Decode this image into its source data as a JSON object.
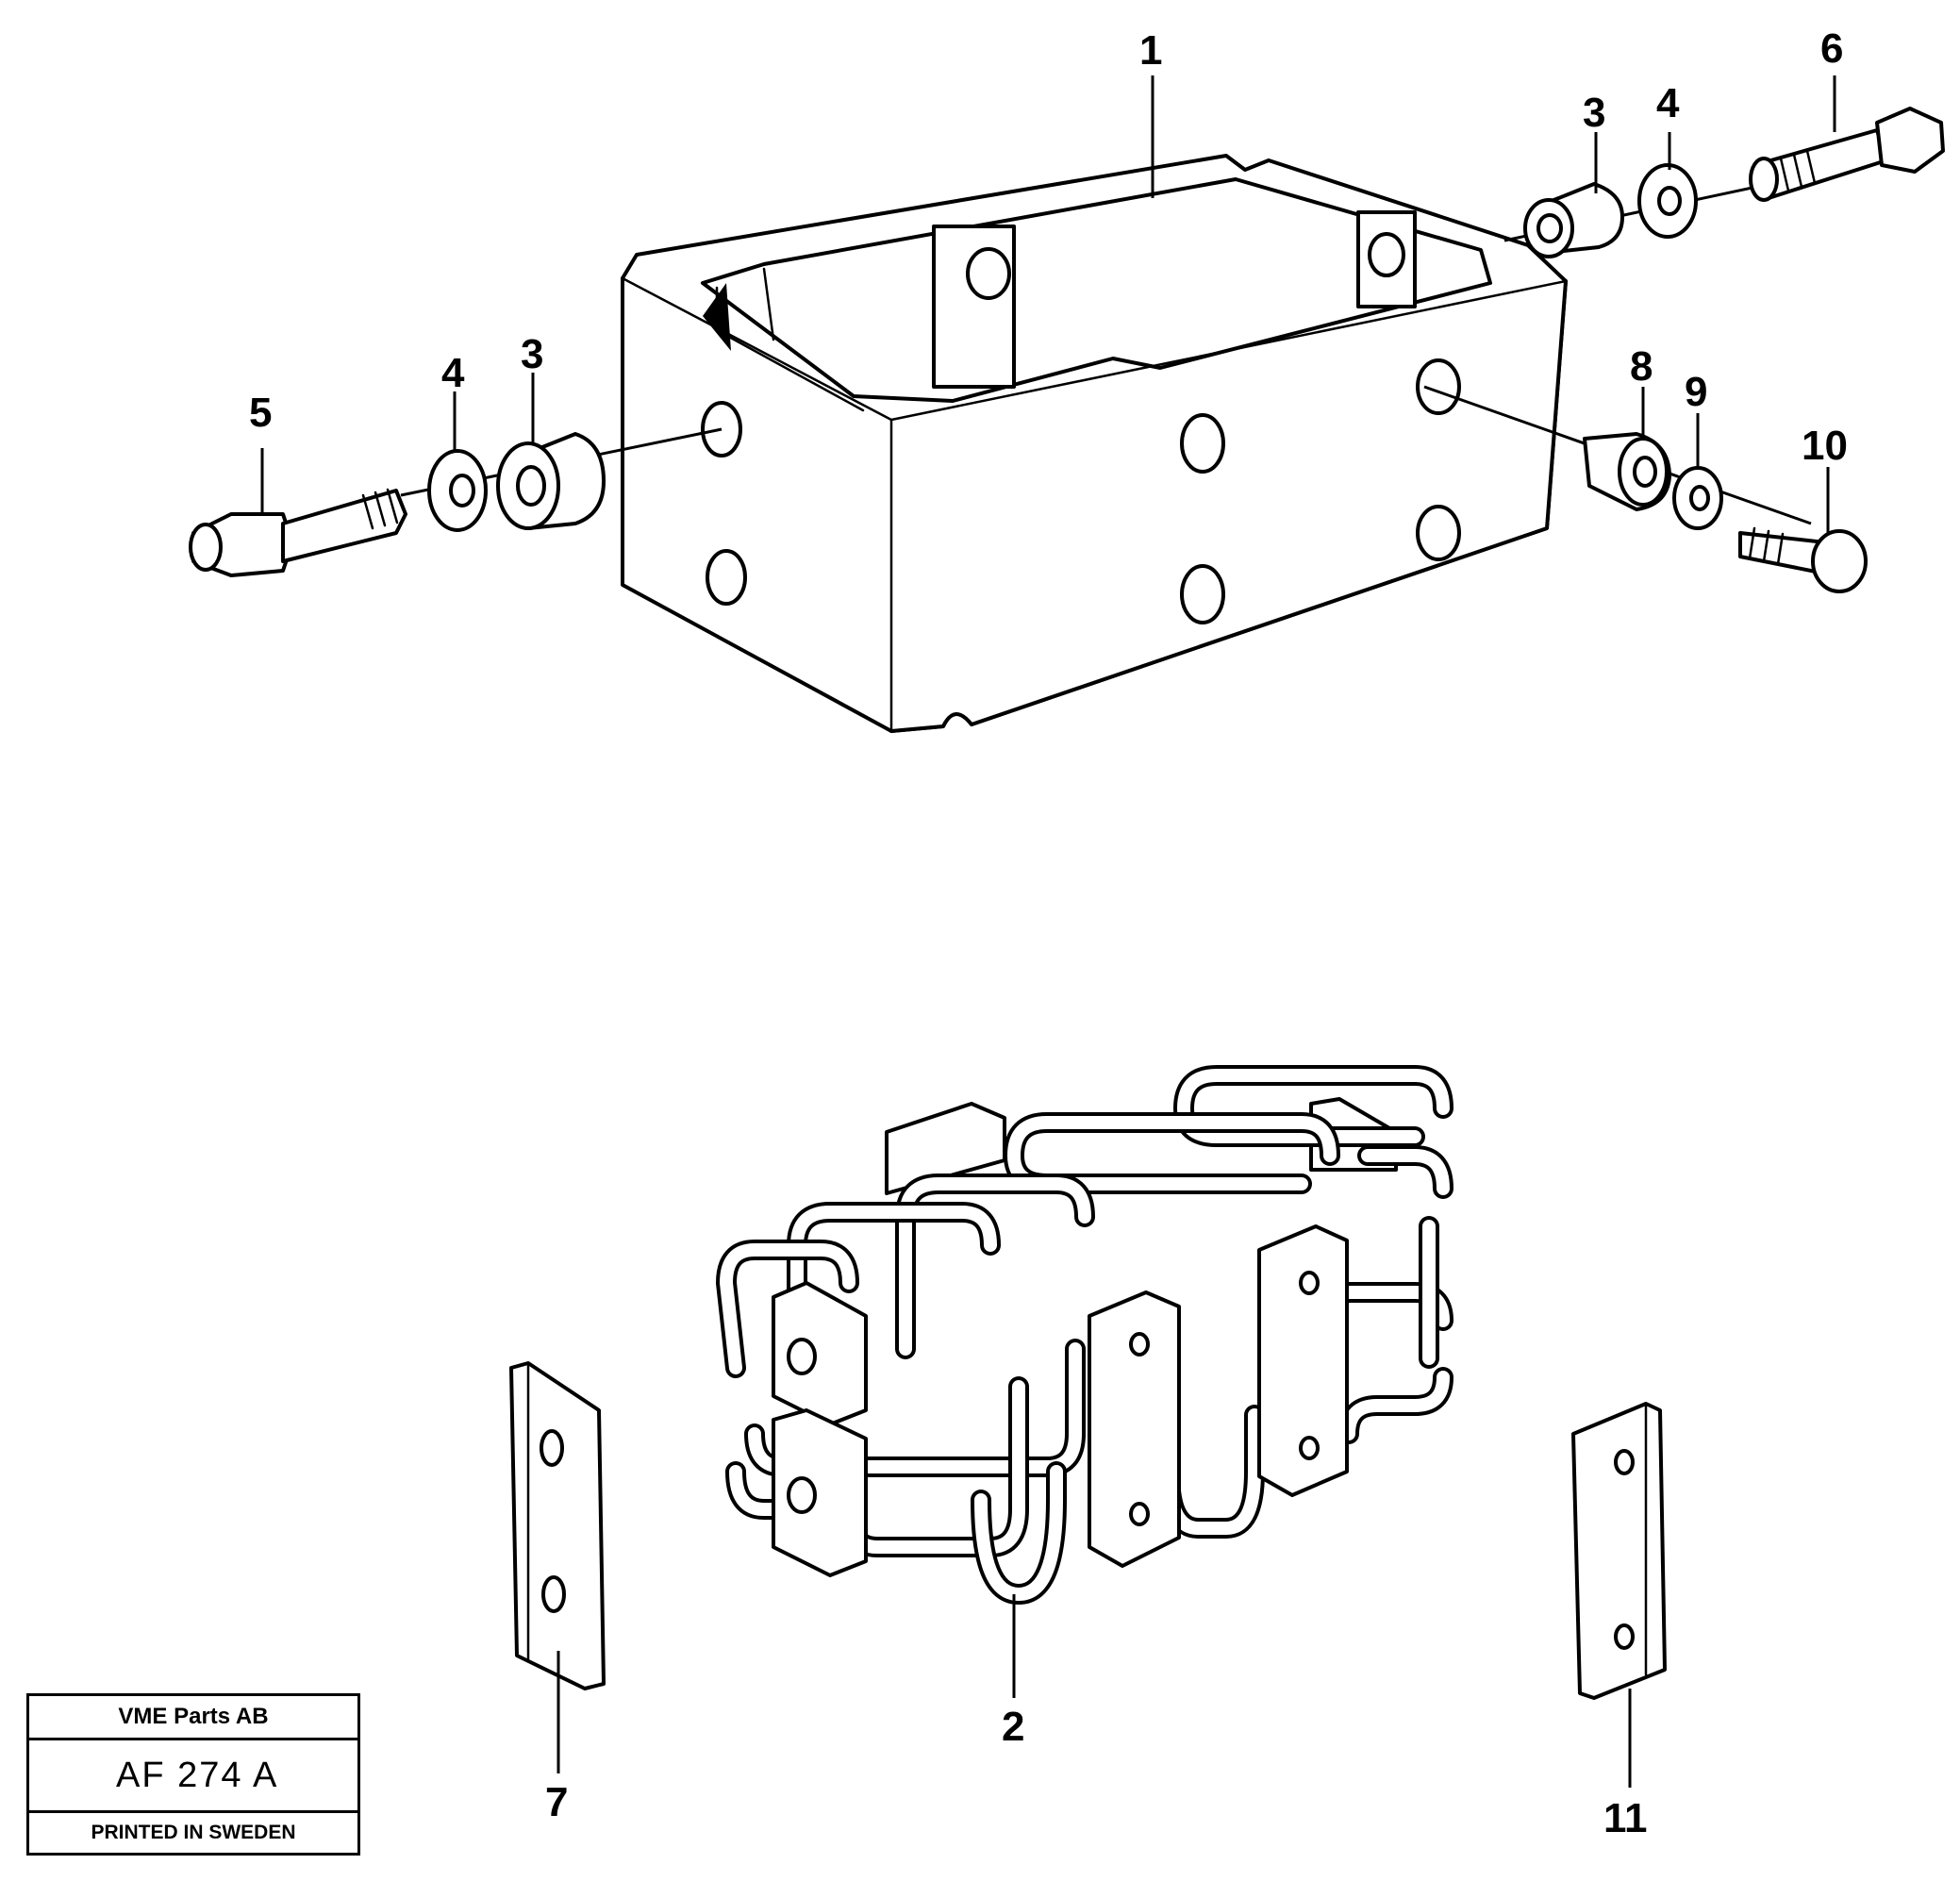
{
  "callouts": {
    "c1": "1",
    "c2": "2",
    "c3a": "3",
    "c3b": "3",
    "c4a": "4",
    "c4b": "4",
    "c5": "5",
    "c6": "6",
    "c7": "7",
    "c8": "8",
    "c9": "9",
    "c10": "10",
    "c11": "11"
  },
  "stamp": {
    "company": "VME Parts AB",
    "code": "AF 274 A",
    "printed": "PRINTED IN SWEDEN"
  }
}
